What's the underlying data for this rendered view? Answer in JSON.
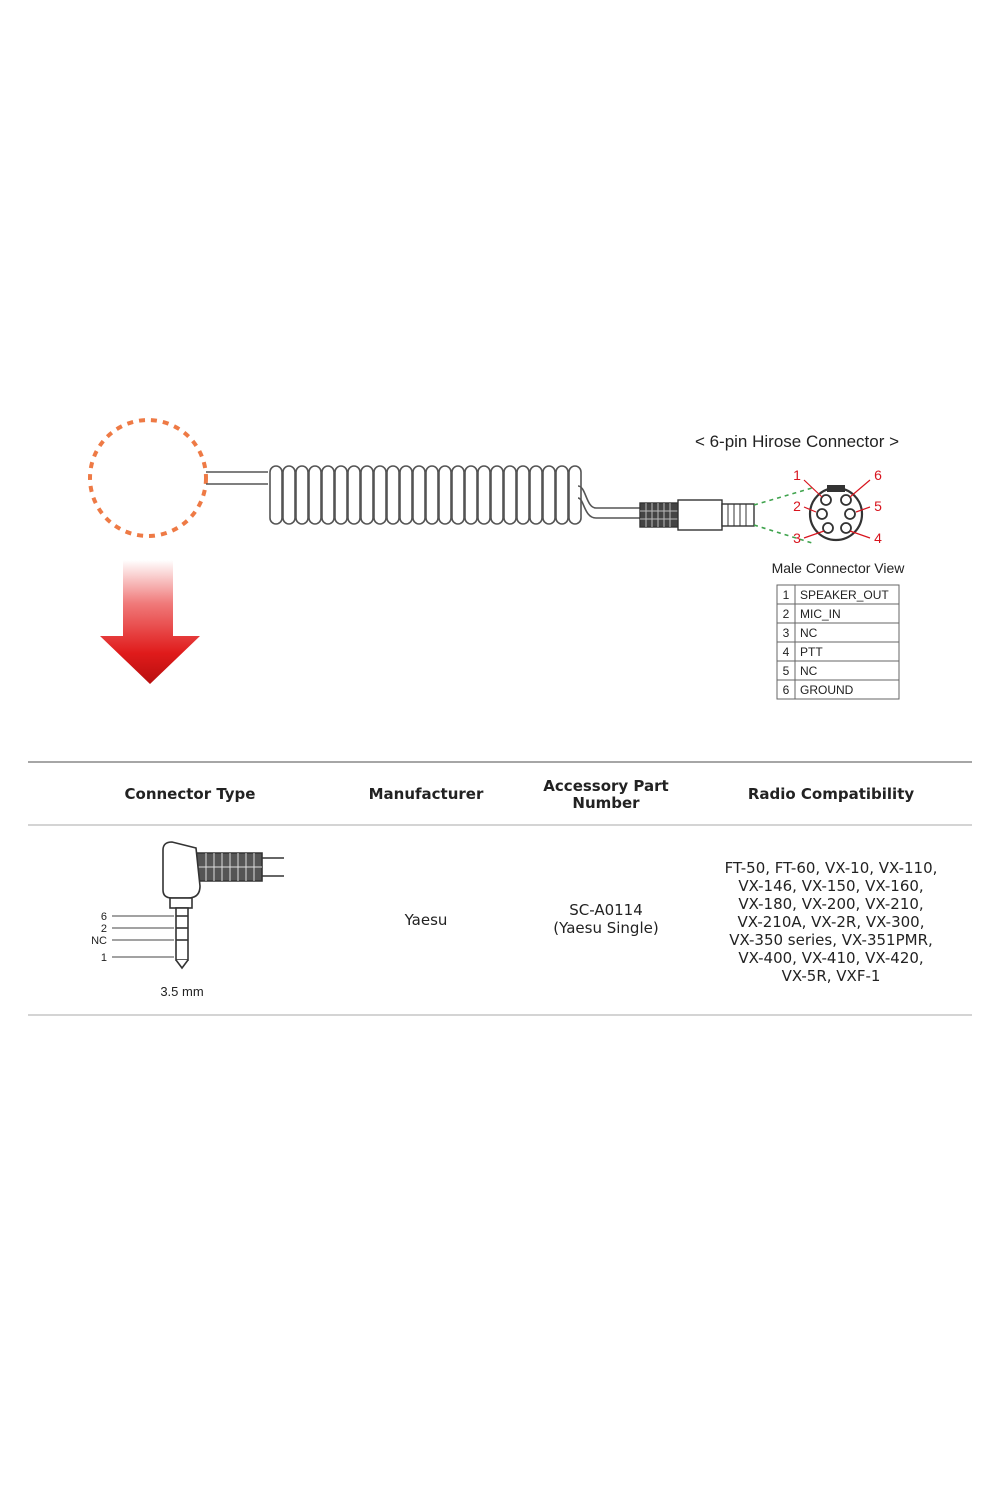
{
  "connector_diagram": {
    "title": "< 6-pin Hirose Connector >",
    "view_label": "Male Connector View",
    "pin_numbers": [
      "1",
      "2",
      "3",
      "4",
      "5",
      "6"
    ],
    "pinout": [
      {
        "pin": "1",
        "signal": "SPEAKER_OUT"
      },
      {
        "pin": "2",
        "signal": "MIC_IN"
      },
      {
        "pin": "3",
        "signal": "NC"
      },
      {
        "pin": "4",
        "signal": "PTT"
      },
      {
        "pin": "5",
        "signal": "NC"
      },
      {
        "pin": "6",
        "signal": "GROUND"
      }
    ],
    "colors": {
      "accent_red": "#d8141e",
      "dotted_circle": "#ee7a45",
      "pin_lines": "#3fa34d"
    }
  },
  "table": {
    "headers": [
      "Connector Type",
      "Manufacturer",
      "Accessory Part Number",
      "Radio Compatibility"
    ],
    "header_lines": {
      "part_number": [
        "Accessory Part",
        "Number"
      ]
    },
    "row": {
      "plug_pins": [
        "6",
        "2",
        "NC",
        "1"
      ],
      "plug_size": "3.5 mm",
      "manufacturer": "Yaesu",
      "part_number": [
        "SC-A0114",
        "(Yaesu Single)"
      ],
      "compatibility": [
        "FT-50, FT-60, VX-10, VX-110,",
        "VX-146, VX-150, VX-160,",
        "VX-180, VX-200, VX-210,",
        "VX-210A, VX-2R, VX-300,",
        "VX-350 series, VX-351PMR,",
        "VX-400, VX-410, VX-420,",
        "VX-5R, VXF-1"
      ]
    }
  }
}
